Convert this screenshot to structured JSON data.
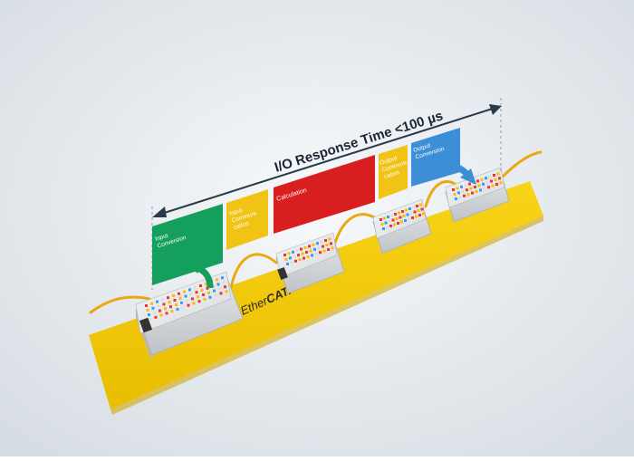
{
  "title": "I/O Response Time <100 µs",
  "phases": [
    {
      "label_lines": [
        "Input",
        "Conversion"
      ],
      "color": "#14a05c"
    },
    {
      "label_lines": [
        "Input",
        "Communi-",
        "cation"
      ],
      "color": "#f0c315"
    },
    {
      "label_lines": [
        "Calculation"
      ],
      "color": "#d81e1e"
    },
    {
      "label_lines": [
        "Output",
        "Communi-",
        "cation"
      ],
      "color": "#f0c315"
    },
    {
      "label_lines": [
        "Output",
        "Conversion"
      ],
      "color": "#3c8ed6"
    }
  ],
  "bus_label": {
    "prefix": "Ether",
    "suffix": "CAT."
  },
  "colors": {
    "bus": "#f4c800",
    "cable": "#f2b31a",
    "background": "#dde3e8",
    "arrow": "#2a3a4a"
  },
  "icons": {
    "input-arrow": "curved-arrow-up",
    "output-arrow": "curved-arrow-down"
  }
}
